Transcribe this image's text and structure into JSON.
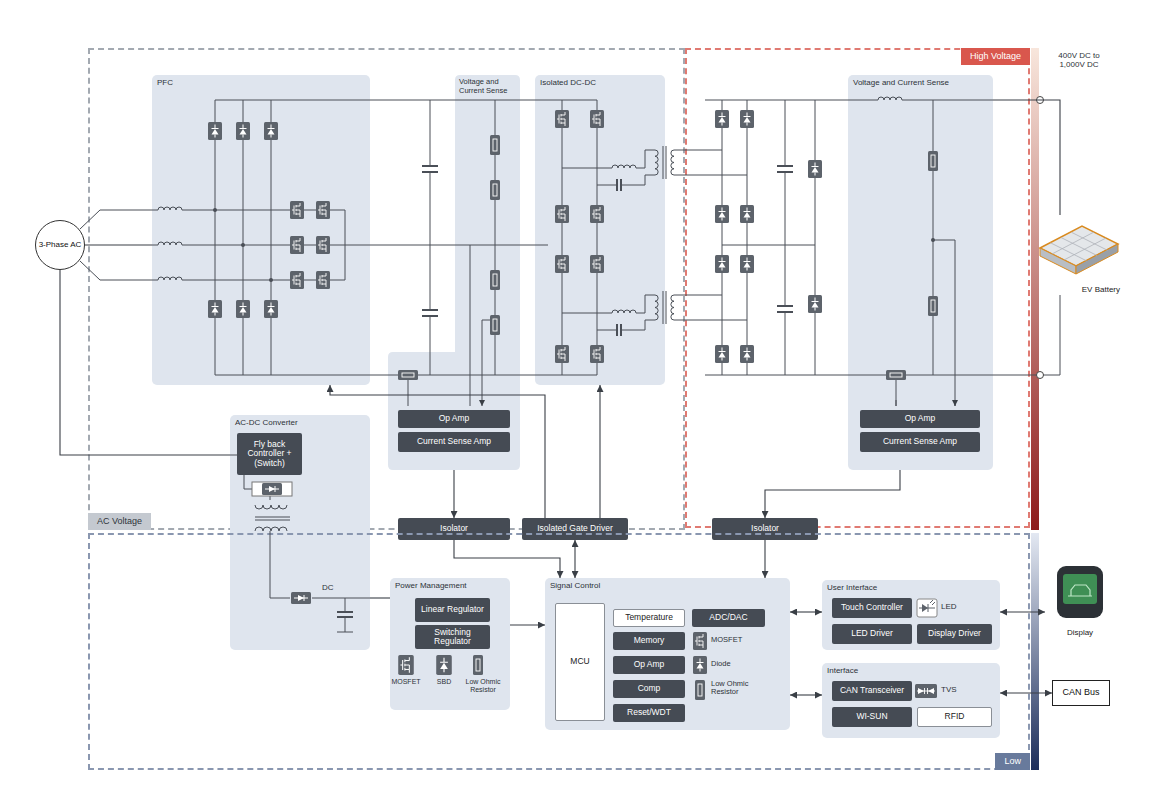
{
  "diagram": {
    "nodes": [
      {
        "text": [
          "AC Voltage"
        ]
      },
      {
        "text": [
          "High Voltage"
        ]
      },
      {
        "text": [
          "3-Phase AC"
        ]
      },
      {
        "text": [
          "PFC"
        ],
        "in": 0
      },
      {
        "text": [
          "Voltage and Current Sense"
        ],
        "in": 0
      },
      {
        "text": [
          "Op Amp"
        ],
        "in": 4
      },
      {
        "text": [
          "Current Sense Amp"
        ],
        "in": 4
      },
      {
        "text": [
          "Isolated DC-DC"
        ],
        "in": 0
      },
      {
        "text": [
          "Voltage and Current Sense"
        ],
        "in": 1
      },
      {
        "text": [
          "Op Amp"
        ],
        "in": 8
      },
      {
        "text": [
          "Current Sense Amp"
        ],
        "in": 8
      },
      {
        "text": [
          "EV Battery"
        ]
      },
      {
        "text": [
          "AC-DC Converter"
        ]
      },
      {
        "text": [
          "Fly back Controller + (Switch)"
        ],
        "in": 12
      },
      {
        "text": [
          "Isolator"
        ]
      },
      {
        "text": [
          "Isolated Gate Driver"
        ]
      },
      {
        "text": [
          "Isolator"
        ]
      },
      {
        "text": [
          "Low"
        ]
      },
      {
        "text": [
          "Power Management"
        ],
        "in": 17
      },
      {
        "text": [
          "Linear Regulator"
        ],
        "in": 18
      },
      {
        "text": [
          "Switching Regulator"
        ],
        "in": 18
      },
      {
        "text": [
          "Signal Control"
        ],
        "in": 17
      },
      {
        "text": [
          "MCU"
        ],
        "in": 21
      },
      {
        "text": [
          "Temperature"
        ],
        "in": 21
      },
      {
        "text": [
          "ADC/DAC"
        ],
        "in": 21
      },
      {
        "text": [
          "Memory"
        ],
        "in": 21
      },
      {
        "text": [
          "Op Amp"
        ],
        "in": 21
      },
      {
        "text": [
          "Comp"
        ],
        "in": 21
      },
      {
        "text": [
          "Reset/WDT"
        ],
        "in": 21
      },
      {
        "text": [
          "User Interface"
        ],
        "in": 17
      },
      {
        "text": [
          "Touch Controller"
        ],
        "in": 29
      },
      {
        "text": [
          "LED Driver"
        ],
        "in": 29
      },
      {
        "text": [
          "Display Driver"
        ],
        "in": 29
      },
      {
        "text": [
          "Display"
        ]
      },
      {
        "text": [
          "Interface"
        ],
        "in": 17
      },
      {
        "text": [
          "CAN Transceiver"
        ],
        "in": 34
      },
      {
        "text": [
          "WI-SUN"
        ],
        "in": 34
      },
      {
        "text": [
          "RFID"
        ],
        "in": 34
      },
      {
        "text": [
          "CAN Bus"
        ]
      }
    ],
    "edges": [
      {
        "from": 2,
        "to": 3,
        "arrow": "none"
      },
      {
        "from": 2,
        "to": 12,
        "arrow": "none"
      },
      {
        "from": 4,
        "to": 14,
        "arrow": "to"
      },
      {
        "from": 8,
        "to": 16,
        "arrow": "to"
      },
      {
        "from": 14,
        "to": 21,
        "arrow": "to"
      },
      {
        "from": 16,
        "to": 21,
        "arrow": "to"
      },
      {
        "from": 21,
        "to": 15,
        "arrow": "both"
      },
      {
        "from": 15,
        "to": 3,
        "arrow": "to"
      },
      {
        "from": 15,
        "to": 7,
        "arrow": "to"
      },
      {
        "from": 12,
        "to": 18,
        "arrow": "none"
      },
      {
        "from": 18,
        "to": 21,
        "arrow": "to"
      },
      {
        "from": 21,
        "to": 29,
        "arrow": "both"
      },
      {
        "from": 21,
        "to": 34,
        "arrow": "both"
      },
      {
        "from": 29,
        "to": 33,
        "arrow": "both"
      },
      {
        "from": 34,
        "to": 38,
        "arrow": "both"
      },
      {
        "from": 8,
        "to": 11,
        "arrow": "none"
      }
    ],
    "labels": [
      "400V DC to 1,000V DC",
      "DC",
      "MOSFET",
      "SBD",
      "Low Ohmic Resistor",
      "MOSFET",
      "Diode",
      "Low Ohmic Resistor",
      "LED",
      "TVS"
    ]
  }
}
